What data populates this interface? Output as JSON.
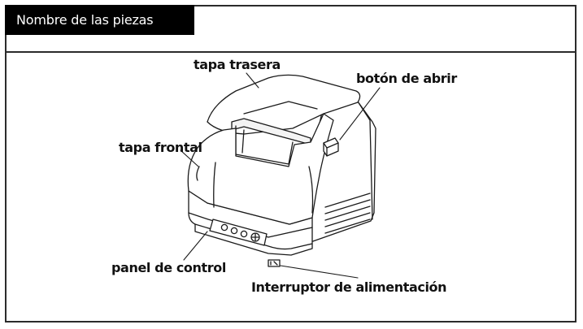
{
  "header": {
    "title": "Nombre de las piezas"
  },
  "labels": {
    "rear_cover": "tapa trasera",
    "open_button": "botón de abrir",
    "front_cover": "tapa frontal",
    "control_panel": "panel de control",
    "power_switch": "Interruptor de alimentación"
  },
  "colors": {
    "header_bg": "#000000",
    "header_text": "#ffffff",
    "line": "#1a1a1a"
  },
  "illustration": {
    "subject": "receipt-printer"
  }
}
